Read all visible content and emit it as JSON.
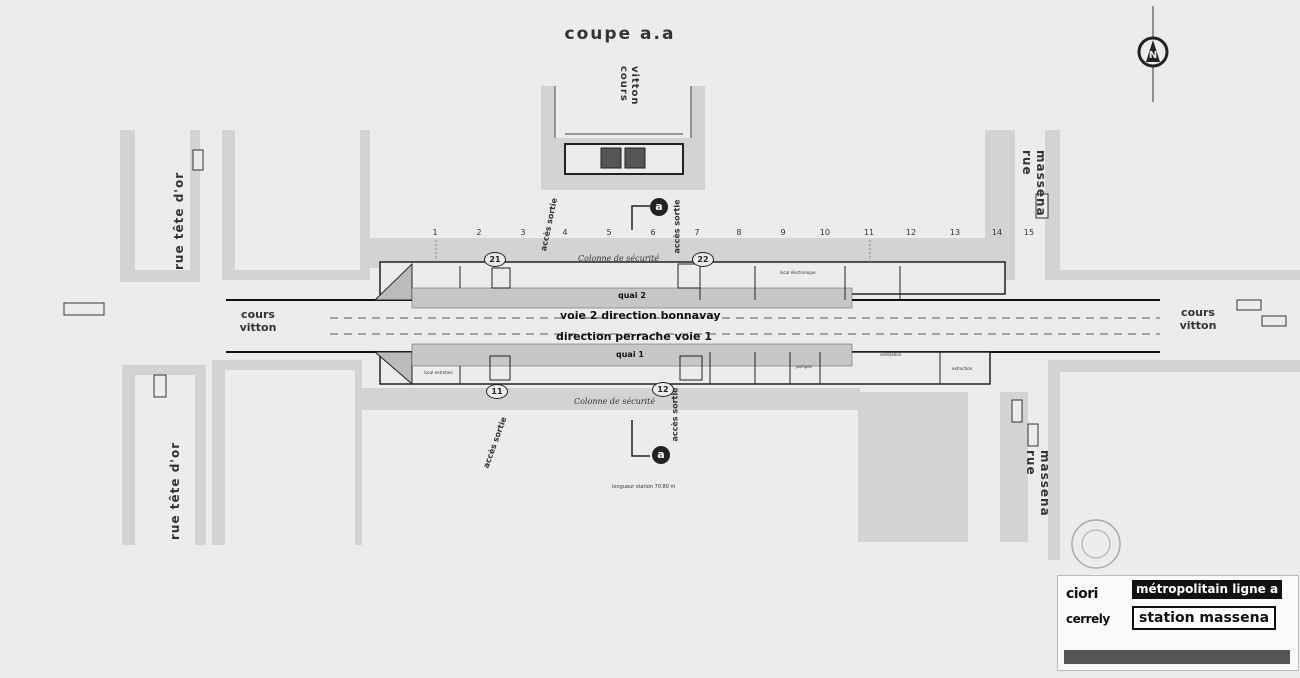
{
  "title": "coupe a.a",
  "section": {
    "label": "cours vitton"
  },
  "streets": {
    "rue_tete_dor_top": "rue tête d'or",
    "rue_tete_dor_bottom": "rue tête d'or",
    "rue_massena_top": "rue massena",
    "rue_massena_bottom": "rue massena",
    "cours_vitton_left": "cours vitton",
    "cours_vitton_right": "cours vitton"
  },
  "columns": [
    "1",
    "2",
    "3",
    "4",
    "5",
    "6",
    "7",
    "8",
    "9",
    "10",
    "11",
    "12",
    "13",
    "14",
    "15"
  ],
  "exits": [
    {
      "id": "21",
      "label": "21"
    },
    {
      "id": "22",
      "label": "22"
    },
    {
      "id": "11",
      "label": "11"
    },
    {
      "id": "12",
      "label": "12"
    }
  ],
  "section_marker": "a",
  "acces_sortie": "accès sortie",
  "securite_top": "Colonne de sécurité",
  "securite_bottom": "Colonne de sécurité",
  "tracks": {
    "voie2": "voie 2 direction bonnavay",
    "voie1": "direction perrache voie 1"
  },
  "platforms": {
    "quai2": "quai 2",
    "quai1": "quai 1"
  },
  "rooms": {
    "local_electronique": "local électronique",
    "local_entretien": "local entretien",
    "pompes": "pompes",
    "ventilation": "ventilation",
    "extraction": "extraction"
  },
  "longueur": "longueur station 70,80 m",
  "cartouche": {
    "logo1": "ciori",
    "logo2": "cerrely",
    "ligne": "métropolitain ligne a",
    "station": "station massena"
  },
  "colors": {
    "background": "#ecedea",
    "street": "#d3d4d1",
    "ink": "#222222"
  },
  "icons": [
    "north-arrow-icon",
    "stamp-seal"
  ]
}
